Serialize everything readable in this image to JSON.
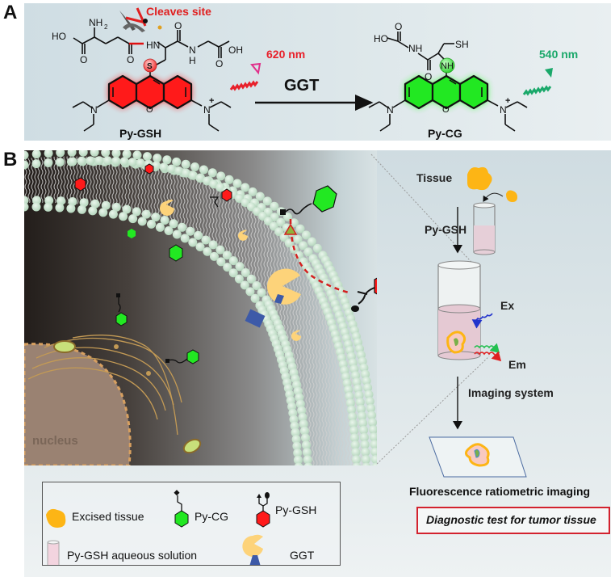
{
  "figure": {
    "panel_a": {
      "letter": "A",
      "cleave_label": "Cleaves site",
      "reactant_name": "Py-GSH",
      "reactant_emission": "620 nm",
      "reaction_label": "GGT",
      "product_name": "Py-CG",
      "product_emission": "540 nm",
      "reactant_atoms": {
        "ho": "HO",
        "nh2": "NH",
        "nh2_sub": "2",
        "hn": "HN",
        "o1": "O",
        "o2": "O",
        "o3": "O",
        "nh": "N",
        "h": "H",
        "oh": "OH",
        "s": "S",
        "xo": "O",
        "n_left": "N",
        "n_right": "N",
        "plus": "+"
      },
      "product_atoms": {
        "ho": "HO",
        "o1": "O",
        "nh": "NH",
        "sh": "SH",
        "o2": "O",
        "nh_core": "NH",
        "xo": "O",
        "n_left": "N",
        "n_right": "N",
        "plus": "+"
      },
      "colors": {
        "red": "#ff1a1a",
        "green": "#22e822",
        "emission_red": "#e8202a",
        "emission_green": "#1aa86a"
      }
    },
    "panel_b": {
      "letter": "B",
      "nucleus_label": "nucleus",
      "workflow": {
        "tissue_label": "Tissue",
        "reagent_label": "Py-GSH",
        "ex_label": "Ex",
        "em_label": "Em",
        "imaging_label": "Imaging system",
        "result_label": "Fluorescence ratiometric imaging",
        "diagnostic_label": "Diagnostic test for tumor tissue"
      },
      "legend": {
        "items": [
          {
            "icon": "excised-tissue-icon",
            "label": "Excised tissue"
          },
          {
            "icon": "py-cg-icon",
            "label": "Py-CG"
          },
          {
            "icon": "py-gsh-icon",
            "label": "Py-GSH"
          },
          {
            "icon": "aqueous-solution-tube-icon",
            "label": "Py-GSH aqueous solution"
          },
          {
            "icon": "ggt-enzyme-icon",
            "label": "GGT"
          }
        ]
      },
      "colors": {
        "tissue": "#fdb515",
        "membrane_bead": "#cfe6d3",
        "ggt": "#fdd37a",
        "anchor": "#3d5aa8",
        "diagnostic_border": "#d3222e"
      }
    }
  }
}
